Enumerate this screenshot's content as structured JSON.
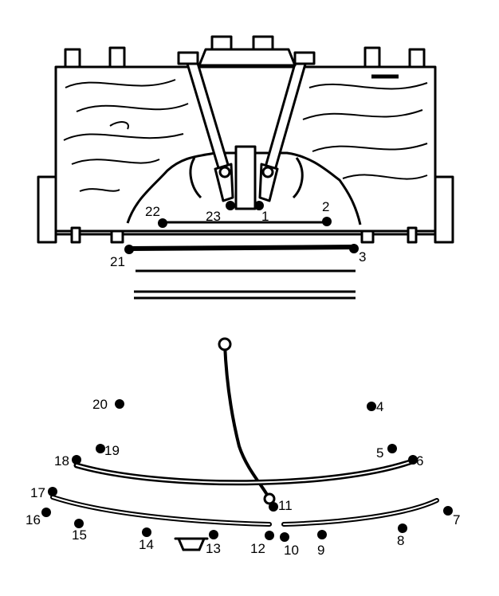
{
  "puzzle": {
    "dots": [
      {
        "label": "1"
      },
      {
        "label": "2"
      },
      {
        "label": "3"
      },
      {
        "label": "4"
      },
      {
        "label": "5"
      },
      {
        "label": "6"
      },
      {
        "label": "7"
      },
      {
        "label": "8"
      },
      {
        "label": "9"
      },
      {
        "label": "10"
      },
      {
        "label": "11"
      },
      {
        "label": "12"
      },
      {
        "label": "13"
      },
      {
        "label": "14"
      },
      {
        "label": "15"
      },
      {
        "label": "16"
      },
      {
        "label": "17"
      },
      {
        "label": "18"
      },
      {
        "label": "19"
      },
      {
        "label": "20"
      },
      {
        "label": "21"
      },
      {
        "label": "22"
      },
      {
        "label": "23"
      }
    ]
  }
}
